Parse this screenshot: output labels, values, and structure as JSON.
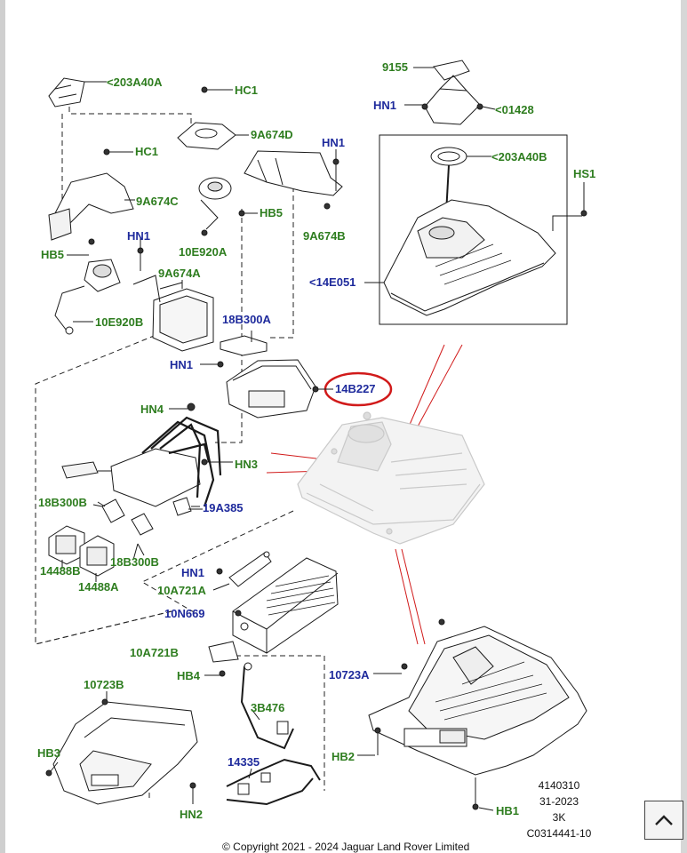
{
  "labels": [
    {
      "id": "203A40A",
      "text": "<203A40A",
      "color": "g"
    },
    {
      "id": "HC1a",
      "text": "HC1",
      "color": "g"
    },
    {
      "id": "9A674D",
      "text": "9A674D",
      "color": "g"
    },
    {
      "id": "HN1a",
      "text": "HN1",
      "color": "b"
    },
    {
      "id": "HC1b",
      "text": "HC1",
      "color": "g"
    },
    {
      "id": "9A674C",
      "text": "9A674C",
      "color": "g"
    },
    {
      "id": "HB5a",
      "text": "HB5",
      "color": "g"
    },
    {
      "id": "9A674B",
      "text": "9A674B",
      "color": "g"
    },
    {
      "id": "10E920A",
      "text": "10E920A",
      "color": "g"
    },
    {
      "id": "HB5b",
      "text": "HB5",
      "color": "g"
    },
    {
      "id": "HN1b",
      "text": "HN1",
      "color": "b"
    },
    {
      "id": "9A674A",
      "text": "9A674A",
      "color": "g"
    },
    {
      "id": "10E920B",
      "text": "10E920B",
      "color": "g"
    },
    {
      "id": "18B300A",
      "text": "18B300A",
      "color": "b"
    },
    {
      "id": "HN1c",
      "text": "HN1",
      "color": "b"
    },
    {
      "id": "14B227",
      "text": "14B227",
      "color": "b"
    },
    {
      "id": "HN4",
      "text": "HN4",
      "color": "g"
    },
    {
      "id": "HN3",
      "text": "HN3",
      "color": "g"
    },
    {
      "id": "18B300Ba",
      "text": "18B300B",
      "color": "g"
    },
    {
      "id": "19A385",
      "text": "19A385",
      "color": "b"
    },
    {
      "id": "14488B",
      "text": "14488B",
      "color": "g"
    },
    {
      "id": "18B300Bb",
      "text": "18B300B",
      "color": "g"
    },
    {
      "id": "14488A",
      "text": "14488A",
      "color": "g"
    },
    {
      "id": "HN1d",
      "text": "HN1",
      "color": "b"
    },
    {
      "id": "10A721Aa",
      "text": "10A721A",
      "color": "g"
    },
    {
      "id": "10N669",
      "text": "10N669",
      "color": "b"
    },
    {
      "id": "10A721B",
      "text": "10A721B",
      "color": "g"
    },
    {
      "id": "HB4",
      "text": "HB4",
      "color": "g"
    },
    {
      "id": "10723B",
      "text": "10723B",
      "color": "g"
    },
    {
      "id": "3B476",
      "text": "3B476",
      "color": "g"
    },
    {
      "id": "HB3",
      "text": "HB3",
      "color": "g"
    },
    {
      "id": "14335",
      "text": "14335",
      "color": "b"
    },
    {
      "id": "HN2",
      "text": "HN2",
      "color": "g"
    },
    {
      "id": "9155",
      "text": "9155",
      "color": "g"
    },
    {
      "id": "HN1e",
      "text": "HN1",
      "color": "b"
    },
    {
      "id": "01428",
      "text": "<01428",
      "color": "g"
    },
    {
      "id": "203A40B",
      "text": "<203A40B",
      "color": "g"
    },
    {
      "id": "HS1",
      "text": "HS1",
      "color": "g"
    },
    {
      "id": "14E051",
      "text": "<14E051",
      "color": "b"
    },
    {
      "id": "10723A",
      "text": "10723A",
      "color": "b"
    },
    {
      "id": "HB2",
      "text": "HB2",
      "color": "g"
    },
    {
      "id": "HB1",
      "text": "HB1",
      "color": "g"
    }
  ],
  "colors": {
    "green": "#2e7d1f",
    "blue": "#1e2a9c",
    "highlight": "#d11a1a",
    "line": "#1a1a1a"
  },
  "meta": {
    "line1": "4140310",
    "line2": "31-2023",
    "line3": "3K",
    "line4": "C0314441-10"
  },
  "copyright": "© Copyright 2021 - 2024 Jaguar Land Rover Limited",
  "highlighted_part": "14B227",
  "scroll_button": {
    "icon": "chevron-up-icon"
  }
}
